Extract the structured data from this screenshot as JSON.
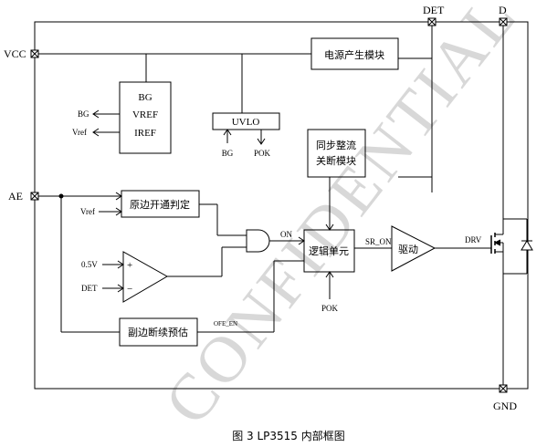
{
  "pins": {
    "vcc": "VCC",
    "ae": "AE",
    "det": "DET",
    "d": "D",
    "gnd": "GND"
  },
  "blocks": {
    "power_gen": "电源产生模块",
    "bg_block": [
      "BG",
      "VREF",
      "IREF"
    ],
    "uvlo": "UVLO",
    "sync_rect": [
      "同步整流",
      "关断模块"
    ],
    "primary_judge": "原边开通判定",
    "logic": "逻辑单元",
    "driver": "驱动",
    "secondary_est": "副边断续预估"
  },
  "signals": {
    "bg_out": "BG",
    "vref_out": "Vref",
    "uvlo_bg": "BG",
    "uvlo_pok": "POK",
    "judge_vref": "Vref",
    "comp_plus_in": "0.5V",
    "comp_minus_in": "DET",
    "comp_plus": "+",
    "comp_minus": "−",
    "and_out": "ON",
    "sr_on": "SR_ON",
    "drv": "DRV",
    "logic_pok": "POK",
    "ofe_en": "OFE_EN"
  },
  "caption": "图 3 LP3515 内部框图",
  "watermark": "CONFIDENTIAL"
}
